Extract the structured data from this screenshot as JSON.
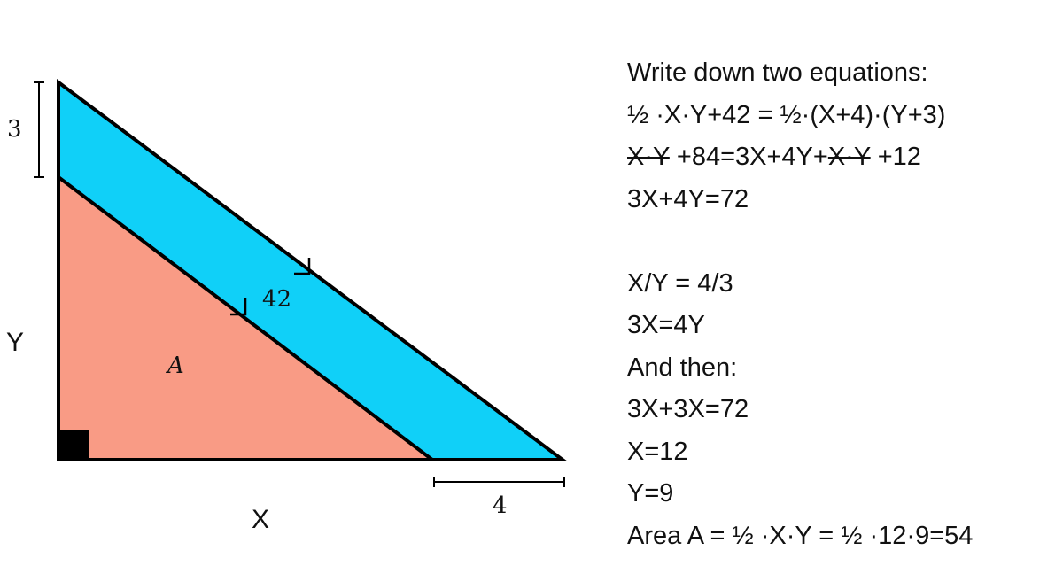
{
  "diagram": {
    "colors": {
      "inner_fill": "#F99B85",
      "band_fill": "#10D0F8",
      "outline": "#000000",
      "right_angle": "#000000"
    },
    "labels": {
      "top_segment": "3",
      "left_side": "Y",
      "band_area": "42",
      "inner_area": "A",
      "bottom_side": "X",
      "bottom_extension": "4"
    }
  },
  "solution": {
    "heading": "Write down two equations:",
    "eq1": "½ ·X·Y+42 = ½·(X+4)·(Y+3)",
    "eq2": {
      "strike_a": "X·Y",
      "part_b": " +84=3X+4Y+",
      "strike_c": "X·Y",
      "part_d": " +12"
    },
    "eq3": "3X+4Y=72",
    "eq4": "X/Y = 4/3",
    "eq5": "3X=4Y",
    "and_then": "And then:",
    "eq6": "3X+3X=72",
    "eq7": "X=12",
    "eq8": "Y=9",
    "result": "Area A = ½ ·X·Y = ½ ·12·9=54"
  }
}
